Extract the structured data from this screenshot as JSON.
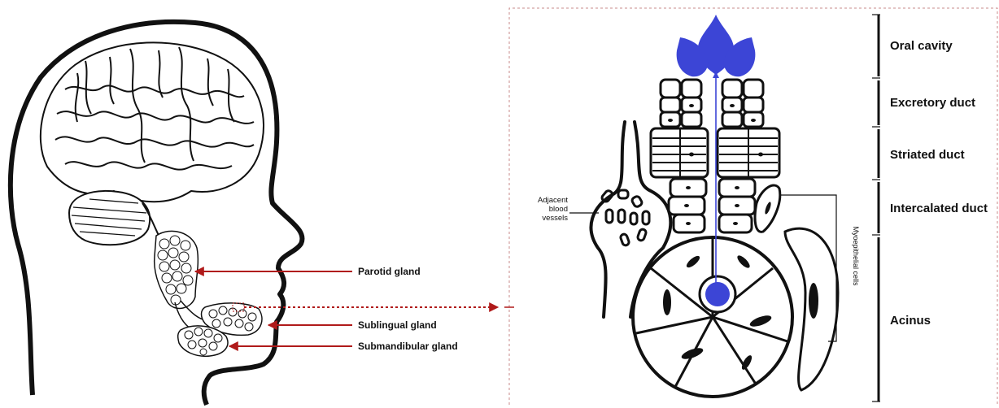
{
  "head_labels": {
    "parotid": "Parotid gland",
    "sublingual": "Sublingual gland",
    "submandibular": "Submandibular gland"
  },
  "section_labels": {
    "oral_cavity": "Oral cavity",
    "excretory_duct": "Excretory duct",
    "striated_duct": "Striated duct",
    "intercalated_duct": "Intercalated duct",
    "acinus": "Acinus"
  },
  "side_labels": {
    "blood_vessels": "Adjacent blood vessels",
    "myoepithelial": "Myoepithelial cells"
  },
  "colors": {
    "arrow": "#b01a1a",
    "secretion": "#3c45d6",
    "outline": "#111111",
    "frame": "#c98b8b"
  }
}
